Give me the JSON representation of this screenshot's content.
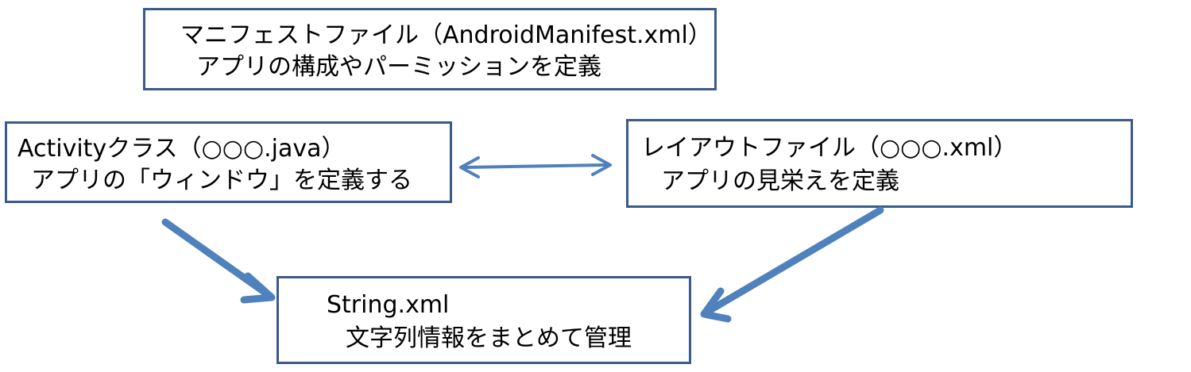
{
  "boxes": {
    "manifest": {
      "line1": "マニフェストファイル（AndroidManifest.xml）",
      "line2": "アプリの構成やパーミッションを定義"
    },
    "activity": {
      "line1": "Activityクラス（○○○.java）",
      "line2": "アプリの「ウィンドウ」を定義する"
    },
    "layout": {
      "line1": "レイアウトファイル（○○○.xml）",
      "line2": "アプリの見栄えを定義"
    },
    "string": {
      "line1": "String.xml",
      "line2": "文字列情報をまとめて管理"
    }
  },
  "colors": {
    "box_border": "#3a5a8c",
    "arrow": "#4f81bd"
  }
}
